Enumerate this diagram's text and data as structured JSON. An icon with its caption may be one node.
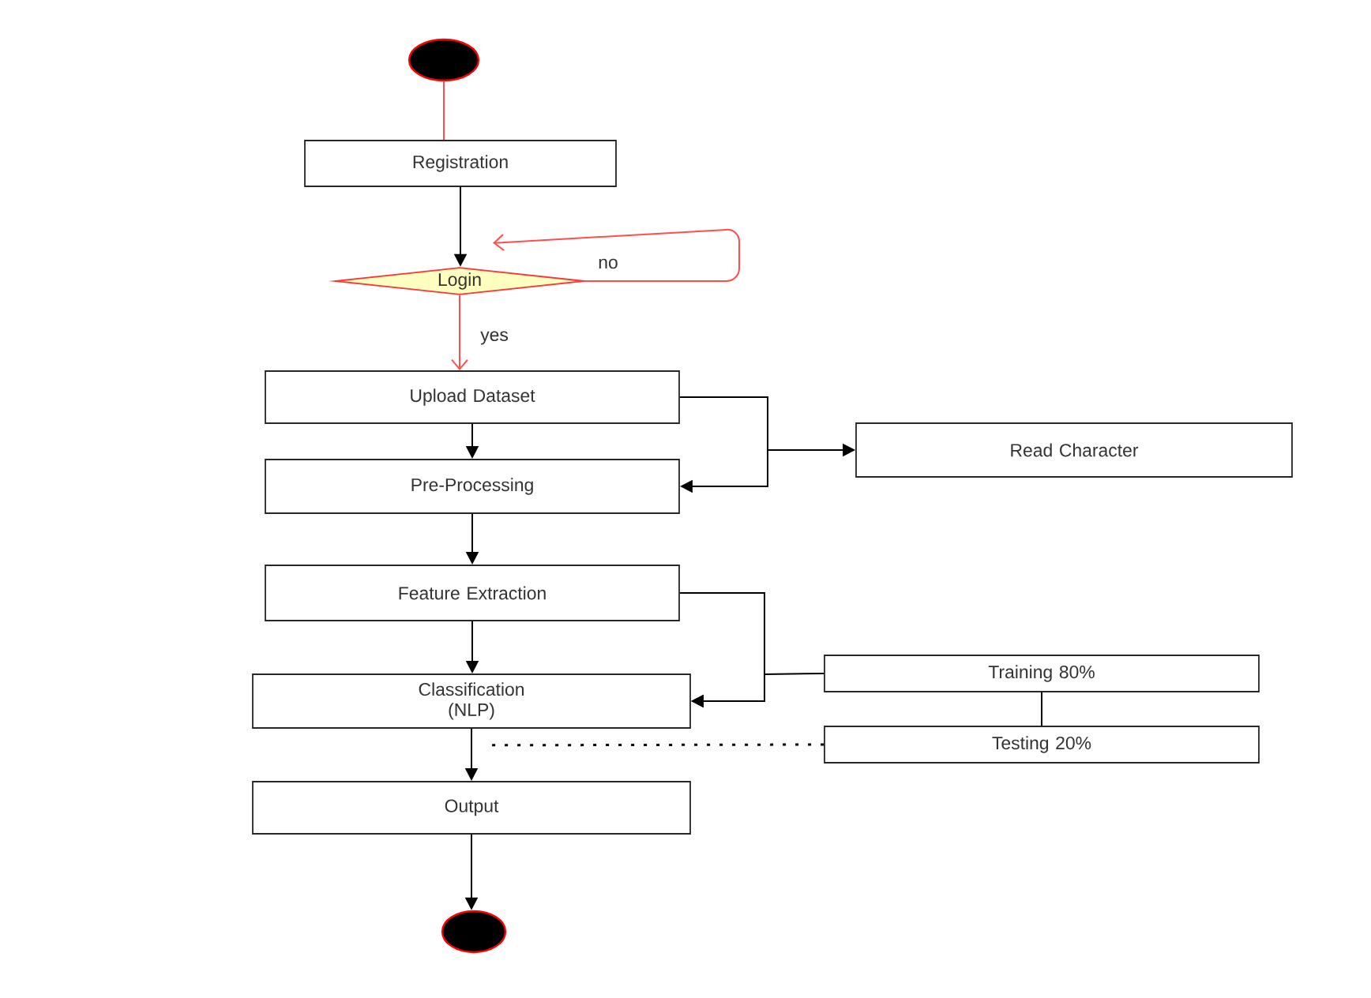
{
  "diagram": {
    "nodes": [
      {
        "text": [],
        "shape": "circle"
      },
      {
        "text": [
          "Registration"
        ]
      },
      {
        "text": [
          "Login"
        ]
      },
      {
        "text": [
          "Upload Dataset"
        ]
      },
      {
        "text": [
          "Pre-Processing"
        ]
      },
      {
        "text": [
          "Read Character"
        ]
      },
      {
        "text": [
          "Feature Extraction"
        ]
      },
      {
        "text": [
          "Classification (NLP)"
        ]
      },
      {
        "text": [
          "Training 80%"
        ]
      },
      {
        "text": [
          "Testing 20%"
        ]
      },
      {
        "text": [
          "Output"
        ]
      },
      {
        "text": [],
        "shape": "circle"
      }
    ],
    "edges": [
      {
        "from": 0,
        "to": 1,
        "arrow": "none",
        "color": "#ff4d4d"
      },
      {
        "from": 1,
        "to": 2,
        "arrow": "to"
      },
      {
        "from": 2,
        "to": 2,
        "arrow": "to",
        "label": "no",
        "color": "#ff4d4d"
      },
      {
        "from": 2,
        "to": 3,
        "arrow": "to",
        "label": "yes",
        "color": "#ff4d4d"
      },
      {
        "from": 3,
        "to": 4,
        "arrow": "to"
      },
      {
        "from": 3,
        "to": 4,
        "arrow": "to"
      },
      {
        "from": 3,
        "to": 5,
        "arrow": "to"
      },
      {
        "from": 4,
        "to": 6,
        "arrow": "to"
      },
      {
        "from": 6,
        "to": 7,
        "arrow": "to"
      },
      {
        "from": 6,
        "to": 7,
        "arrow": "to"
      },
      {
        "from": 8,
        "to": 7,
        "arrow": "to"
      },
      {
        "from": 8,
        "to": 9,
        "arrow": "none"
      },
      {
        "from": 9,
        "to": 7,
        "arrow": "none",
        "style": "dashed"
      },
      {
        "from": 7,
        "to": 10,
        "arrow": "to"
      },
      {
        "from": 10,
        "to": 11,
        "arrow": "to"
      }
    ]
  }
}
